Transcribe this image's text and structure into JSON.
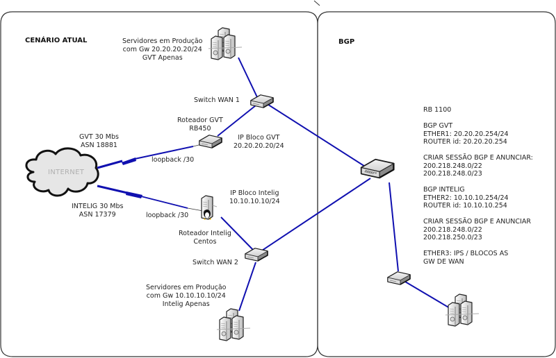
{
  "colors": {
    "link": "#1010b0",
    "panel_border": "#333333",
    "cloud_fill": "#e6e6e6"
  },
  "panels": {
    "left_title": "CENÁRIO ATUAL",
    "right_title": "BGP"
  },
  "cloud": {
    "label": "INTERNET",
    "icon": "cloud-icon"
  },
  "left": {
    "servers_top": [
      "Servidores em Produção",
      "com Gw 20.20.20.20/24",
      "GVT Apenas"
    ],
    "switch_wan1": "Switch WAN 1",
    "router_gvt": [
      "Roteador GVT",
      "RB450"
    ],
    "ip_bloco_gvt": [
      "IP Bloco GVT",
      "20.20.20.20/24"
    ],
    "gvt_link": [
      "GVT 30 Mbs",
      "ASN 18881"
    ],
    "loopback_gvt": "loopback /30",
    "intelig_link": [
      "INTELIG 30 Mbs",
      "ASN 17379"
    ],
    "loopback_intelig": "loopback /30",
    "ip_bloco_intelig": [
      "IP Bloco Intelig",
      "10.10.10.10/24"
    ],
    "router_intelig": [
      "Roteador Intelig",
      "Centos"
    ],
    "switch_wan2": "Switch WAN 2",
    "servers_bottom": [
      "Servidores em Produção",
      "com Gw 10.10.10.10/24",
      "Intelig Apenas"
    ]
  },
  "right": {
    "notes": [
      [
        "RB 1100"
      ],
      [
        "BGP GVT",
        "ETHER1: 20.20.20.254/24",
        "ROUTER id: 20.20.20.254"
      ],
      [
        "CRIAR SESSÃO BGP E ANUNCIAR:",
        "200.218.248.0/22",
        "200.218.248.0/23"
      ],
      [
        "BGP INTELIG",
        "ETHER2: 10.10.10.254/24",
        "ROUTER id: 10.10.10.254"
      ],
      [
        "CRIAR SESSÃO BGP  E ANUNCIAR",
        "200.218.248.0/22",
        "200.218.250.0/23"
      ],
      [
        "ETHER3: IPS / BLOCOS AS",
        "GW DE WAN"
      ]
    ]
  },
  "icons": {
    "server_cluster": "server-cluster-icon",
    "switch": "switch-icon",
    "router": "router-icon",
    "linux_server": "linux-server-icon"
  }
}
